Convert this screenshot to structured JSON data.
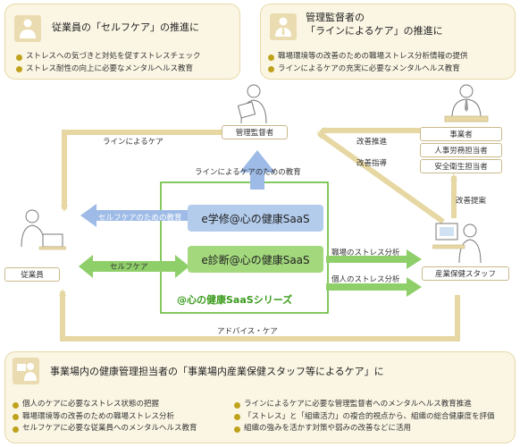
{
  "self_care_panel": {
    "title": "従業員の「セルフケア」の推進に",
    "items": [
      "ストレスへの気づきと対処を促すストレスチェック",
      "ストレス耐性の向上に必要なメンタルヘルス教育"
    ]
  },
  "line_care_panel": {
    "title_line1": "管理監督者の",
    "title_line2": "「ラインによるケア」の推進に",
    "items": [
      "職場環境等の改善のための職場ストレス分析情報の提供",
      "ラインによるケアの充実に必要なメンタルヘルス教育"
    ]
  },
  "nodes": {
    "supervisor": "管理監督者",
    "employee": "従業員",
    "employer": "事業者",
    "hr_manager": "人事労務担当者",
    "safety_manager": "安全衛生担当者",
    "health_staff": "産業保健スタッフ"
  },
  "labels": {
    "line_care": "ラインによるケア",
    "improve_promote": "改善推進",
    "improve_guide": "改善指導",
    "improve_propose": "改善提案",
    "edu_for_line": "ラインによるケアのための教育",
    "edu_for_self": "セルフケアのための教育",
    "self_care": "セルフケア",
    "workplace_analysis": "職場のストレス分析",
    "personal_analysis": "個人のストレス分析",
    "advice_care": "アドバイス・ケア"
  },
  "saas": {
    "learn": "e学修@心の健康SaaS",
    "diagnose": "e診断@心の健康SaaS",
    "series_logo": "@心の健康SaaSシリーズ"
  },
  "bottom_panel": {
    "title": "事業場内の健康管理担当者の「事業場内産業保健スタッフ等によるケア」に",
    "left_items": [
      "個人のケアに必要なストレス状態の把握",
      "職場環境等の改善のための職場ストレス分析",
      "セルフケアに必要な従業員へのメンタルヘルス教育"
    ],
    "right_items": [
      "ラインによるケアに必要な管理監督者へのメンタルヘルス教育推進",
      "「ストレス」と「組織活力」の複合的視点から、組織の総合健康度を評価",
      "組織の強みを活かす対策や弱みの改善などに活用"
    ]
  },
  "colors": {
    "panel_bg": "#fbf6e4",
    "bullet": "#bfa21c",
    "connector": "#e7d7a2",
    "saas_green": "#5bb52a",
    "learn_blue": "#b3ccec",
    "diagnose_green": "#a3d87d",
    "arrow_blue": "#9dbbe6",
    "arrow_green": "#8fcf6a"
  }
}
